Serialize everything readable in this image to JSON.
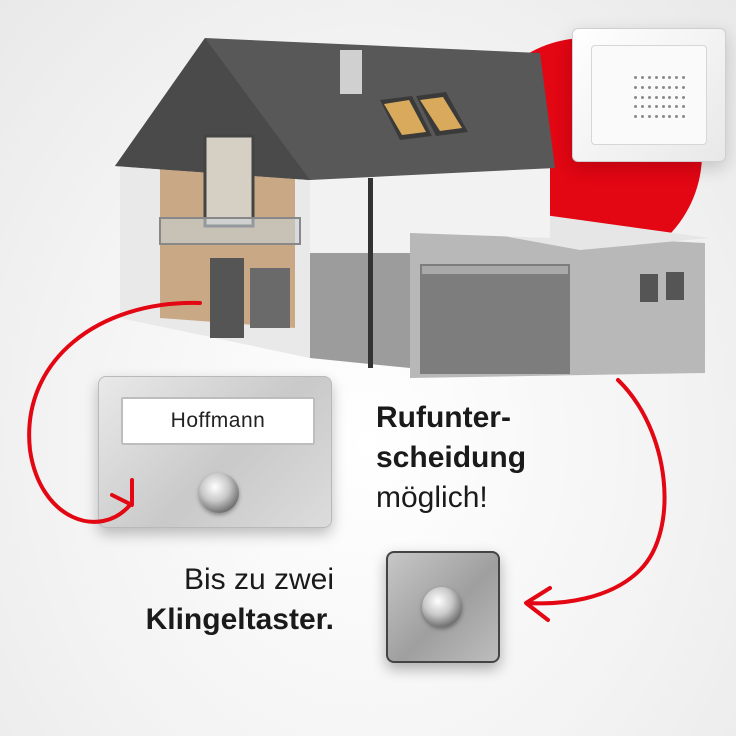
{
  "nameplate": {
    "name": "Hoffmann"
  },
  "caption_right": {
    "line1": "Rufunter-",
    "line2": "scheidung",
    "line3": "möglich!"
  },
  "caption_left": {
    "line1": "Bis zu zwei",
    "line2": "Klingeltaster."
  },
  "colors": {
    "accent": "#e30613",
    "text": "#1a1a1a"
  },
  "icons": {
    "speaker": "speaker-grille-icon",
    "bell": "doorbell-button-icon"
  }
}
